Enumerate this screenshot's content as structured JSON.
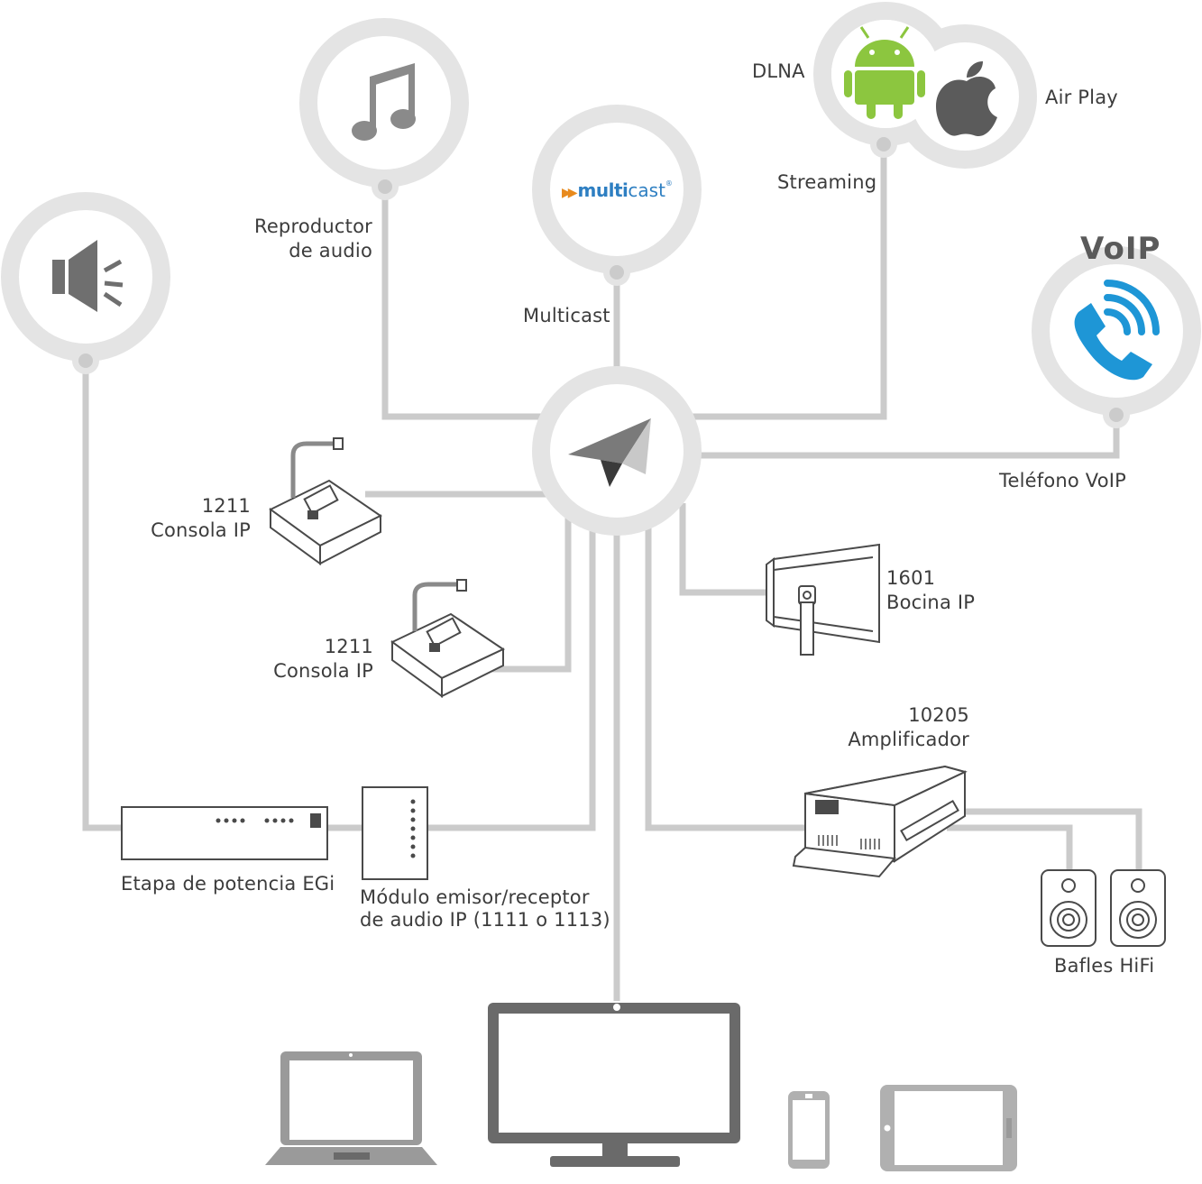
{
  "nodes": {
    "speaker": {
      "icon": "speaker-icon"
    },
    "audio_player": {
      "icon": "music-note-icon",
      "label_line1": "Reproductor",
      "label_line2": "de audio"
    },
    "multicast": {
      "icon": "multicast-logo",
      "logo_multi": "multi",
      "logo_cast": "cast",
      "logo_reg": "®",
      "label": "Multicast"
    },
    "streaming": {
      "icon_left": "android-icon",
      "icon_right": "apple-icon",
      "label_dlna": "DLNA",
      "label_airplay": "Air Play",
      "label": "Streaming"
    },
    "voip": {
      "title": "VoIP",
      "icon": "phone-icon",
      "label": "Teléfono VoIP"
    },
    "center": {
      "icon": "paper-plane-icon"
    }
  },
  "devices": {
    "console1": {
      "model": "1211",
      "name": "Consola IP"
    },
    "console2": {
      "model": "1211",
      "name": "Consola IP"
    },
    "horn": {
      "model": "1601",
      "name": "Bocina IP"
    },
    "amplifier": {
      "model": "10205",
      "name": "Amplificador"
    },
    "power_stage": {
      "name": "Etapa de potencia EGi"
    },
    "audio_module": {
      "line1": "Módulo emisor/receptor",
      "line2": "de audio IP (1111 o 1113)"
    },
    "hifi": {
      "name": "Bafles HiFi"
    },
    "screens": {
      "laptop": "laptop-icon",
      "monitor": "monitor-icon",
      "phone": "smartphone-icon",
      "tablet": "tablet-icon"
    }
  },
  "colors": {
    "ring": "#e3e3e3",
    "line": "#c8c8c8",
    "icon": "#6f6f6f",
    "android": "#8cc63f",
    "apple": "#5b5b5b",
    "voip_blue": "#1e96d6"
  }
}
